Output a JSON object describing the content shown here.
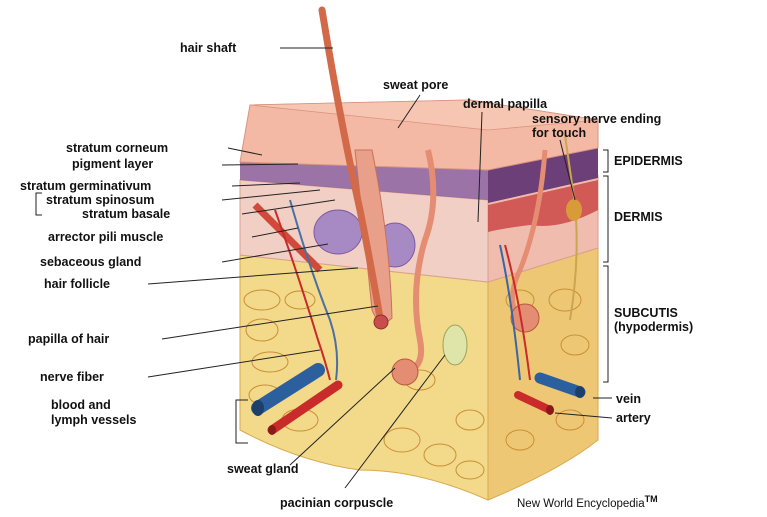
{
  "colors": {
    "epidermis_top": "#f3b9a4",
    "pigment_layer": "#7d4c86",
    "dermis": "#f2cfc4",
    "fat": "#f3d98a",
    "vein": "#2c5f9e",
    "artery": "#c92a2a",
    "hair": "#d26a4a"
  },
  "labels": {
    "hair_shaft": "hair shaft",
    "sweat_pore": "sweat pore",
    "dermal_papilla": "dermal papilla",
    "sensory_nerve_1": "sensory nerve ending",
    "sensory_nerve_2": "for touch",
    "stratum_corneum": "stratum corneum",
    "pigment_layer": "pigment layer",
    "stratum_germinativum": "stratum germinativum",
    "stratum_spinosum": "stratum spinosum",
    "stratum_basale": "stratum basale",
    "arrector_pili": "arrector pili muscle",
    "sebaceous_gland": "sebaceous gland",
    "hair_follicle": "hair follicle",
    "papilla_of_hair": "papilla of hair",
    "nerve_fiber": "nerve fiber",
    "blood_lymph_1": "blood and",
    "blood_lymph_2": "lymph vessels",
    "sweat_gland": "sweat gland",
    "pacinian": "pacinian corpuscle",
    "epidermis": "EPIDERMIS",
    "dermis": "DERMIS",
    "subcutis_1": "SUBCUTIS",
    "subcutis_2": "(hypodermis)",
    "vein": "vein",
    "artery": "artery"
  },
  "credit": {
    "text": "New World Encyclopedia",
    "mark": "TM"
  }
}
